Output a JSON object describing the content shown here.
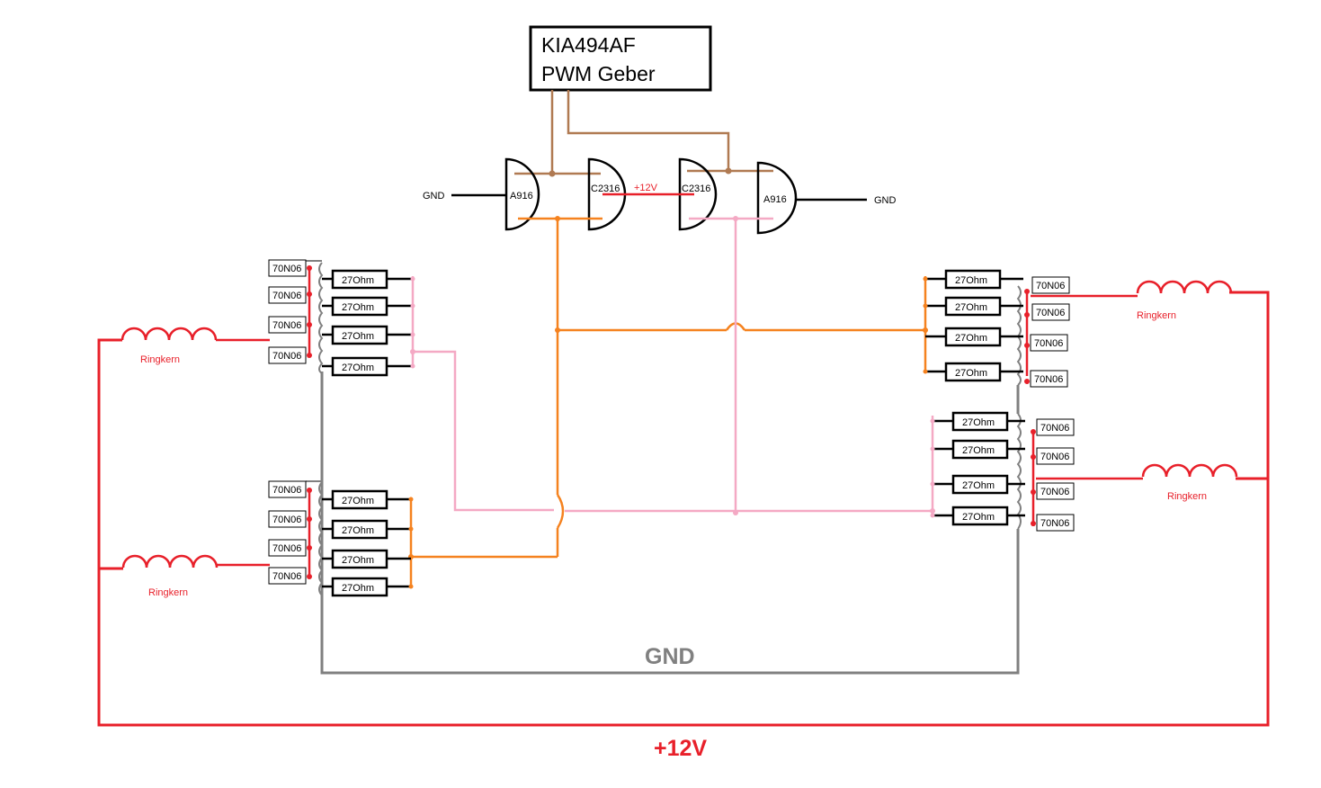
{
  "controller": {
    "line1": "KIA494AF",
    "line2": "PWM Geber"
  },
  "transistors": {
    "left_outer": "A916",
    "left_inner": "C2316",
    "right_inner": "C2316",
    "right_outer": "A916"
  },
  "labels": {
    "gnd_left": "GND",
    "gnd_right": "GND",
    "mid_supply": "+12V",
    "gnd_bus": "GND",
    "supply_bus": "+12V"
  },
  "mosfet_label": "70N06",
  "resistor_label": "27Ohm",
  "coil_label": "Ringkern",
  "colors": {
    "red": "#e8202a",
    "orange": "#f5821f",
    "pink": "#f4a9c4",
    "brown": "#b07a52",
    "grey": "#808080",
    "black": "#000000"
  }
}
